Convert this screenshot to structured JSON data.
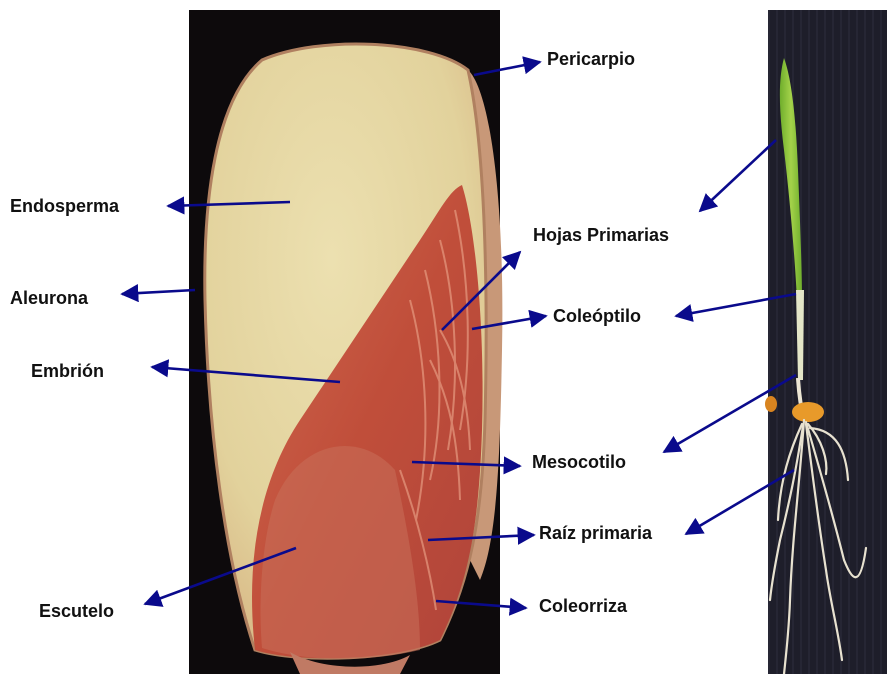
{
  "labels": {
    "pericarpio": "Pericarpio",
    "endosperma": "Endosperma",
    "hojas_primarias": "Hojas Primarias",
    "aleurona": "Aleurona",
    "coleoptilo": "Coleóptilo",
    "embrion": "Embrión",
    "mesocotilo": "Mesocotilo",
    "raiz_primaria": "Raíz primaria",
    "escutelo": "Escutelo",
    "coleorriza": "Coleorriza"
  },
  "colors": {
    "arrow": "#0a0a8c",
    "label_text": "#111111",
    "photo_background": "#0d0a0c",
    "endosperm": "#e6d8a4",
    "embryo": "#c4553e",
    "seedling_background": "#222230",
    "seedling_green": "#8fc43a",
    "root": "#e8e2d0"
  }
}
